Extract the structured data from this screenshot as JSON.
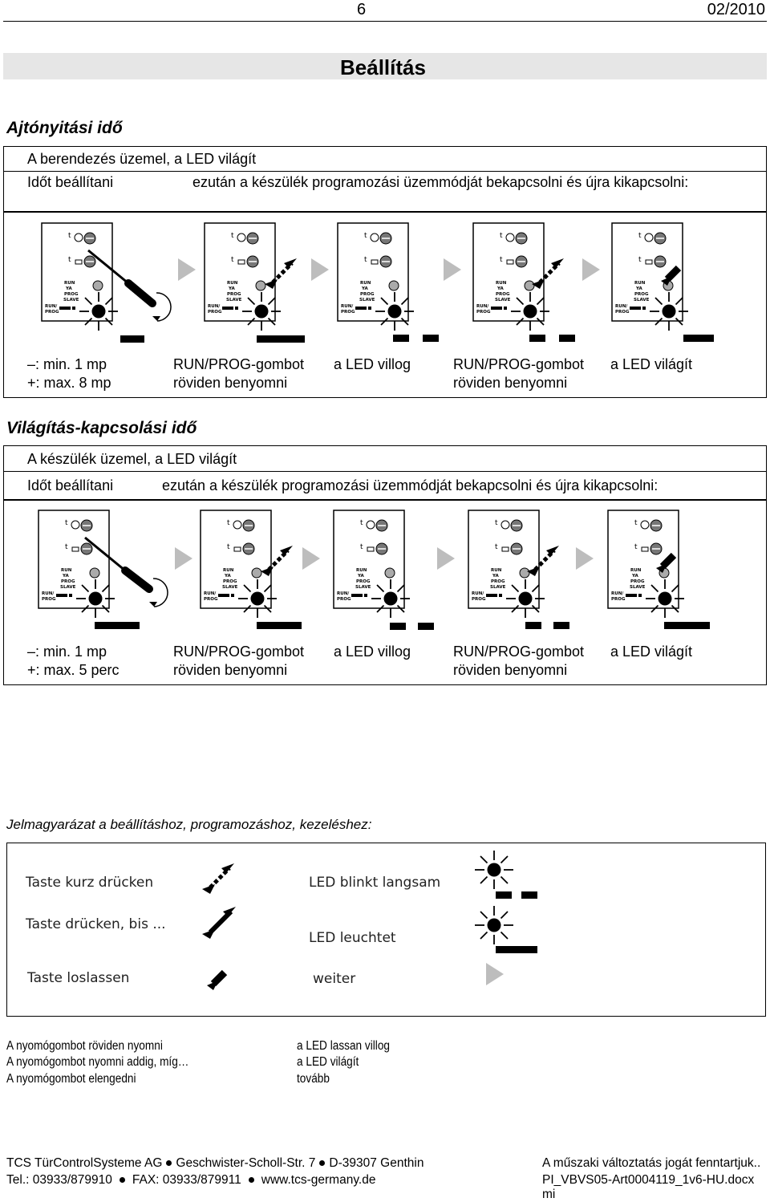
{
  "header": {
    "page_number": "6",
    "date": "02/2010"
  },
  "title": "Beállítás",
  "section1": {
    "heading": "Ajtónyitási idő",
    "line1": "A berendezés üzemel, a LED világít",
    "line2_left": "Időt beállítani",
    "line2_right": "ezután a készülék programozási üzemmódját bekapcsolni és újra kikapcsolni:",
    "captions": {
      "c1a": "–: min. 1 mp",
      "c1b": "+: max. 8 mp",
      "c2a": "RUN/PROG-gombot",
      "c2b": "röviden benyomni",
      "c3a": "a LED villog",
      "c4a": "RUN/PROG-gombot",
      "c4b": "röviden benyomni",
      "c5a": "a LED világít"
    }
  },
  "section2": {
    "heading": "Világítás-kapcsolási idő",
    "line1": "A készülék üzemel, a LED világít",
    "line2_left": "Időt beállítani",
    "line2_right": "ezután a készülék programozási üzemmódját bekapcsolni és újra kikapcsolni:",
    "captions": {
      "c1a": "–: min. 1 mp",
      "c1b": "+: max. 5 perc",
      "c2a": "RUN/PROG-gombot",
      "c2b": "röviden benyomni",
      "c3a": "a LED villog",
      "c4a": "RUN/PROG-gombot",
      "c4b": "röviden benyomni",
      "c5a": "a LED világít"
    }
  },
  "device_labels": {
    "run": "RUN",
    "ya": "YA",
    "prog": "PROG",
    "slave": "SLAVE",
    "runprog": "RUN/",
    "prog2": "PROG",
    "t": "t"
  },
  "legend": {
    "heading": "Jelmagyarázat a beállításhoz, programozáshoz, kezeléshez:",
    "items": {
      "taste_kurz": "Taste kurz drücken",
      "taste_bis": "Taste drücken, bis ...",
      "taste_los": "Taste loslassen",
      "led_blinkt": "LED blinkt langsam",
      "led_leuchtet": "LED leuchtet",
      "weiter": "weiter"
    }
  },
  "translation": {
    "left": [
      "A nyomógombot röviden nyomni",
      "A nyomógombot  nyomni addig, míg…",
      "A nyomógombot elengedni"
    ],
    "right": [
      "a LED lassan villog",
      "a LED világít",
      "tovább"
    ]
  },
  "footer": {
    "l1_a": "TCS TürControlSysteme AG",
    "l1_b": "Geschwister-Scholl-Str. 7",
    "l1_c": "D-39307 Genthin",
    "l2_a": "Tel.: 03933/879910",
    "l2_b": "FAX: 03933/879911",
    "l2_c": "www.tcs-germany.de",
    "r1": "A műszaki változtatás jogát fenntartjuk..",
    "r2": "PI_VBVS05-Art0004119_1v6-HU.docx",
    "r3": "mi"
  }
}
